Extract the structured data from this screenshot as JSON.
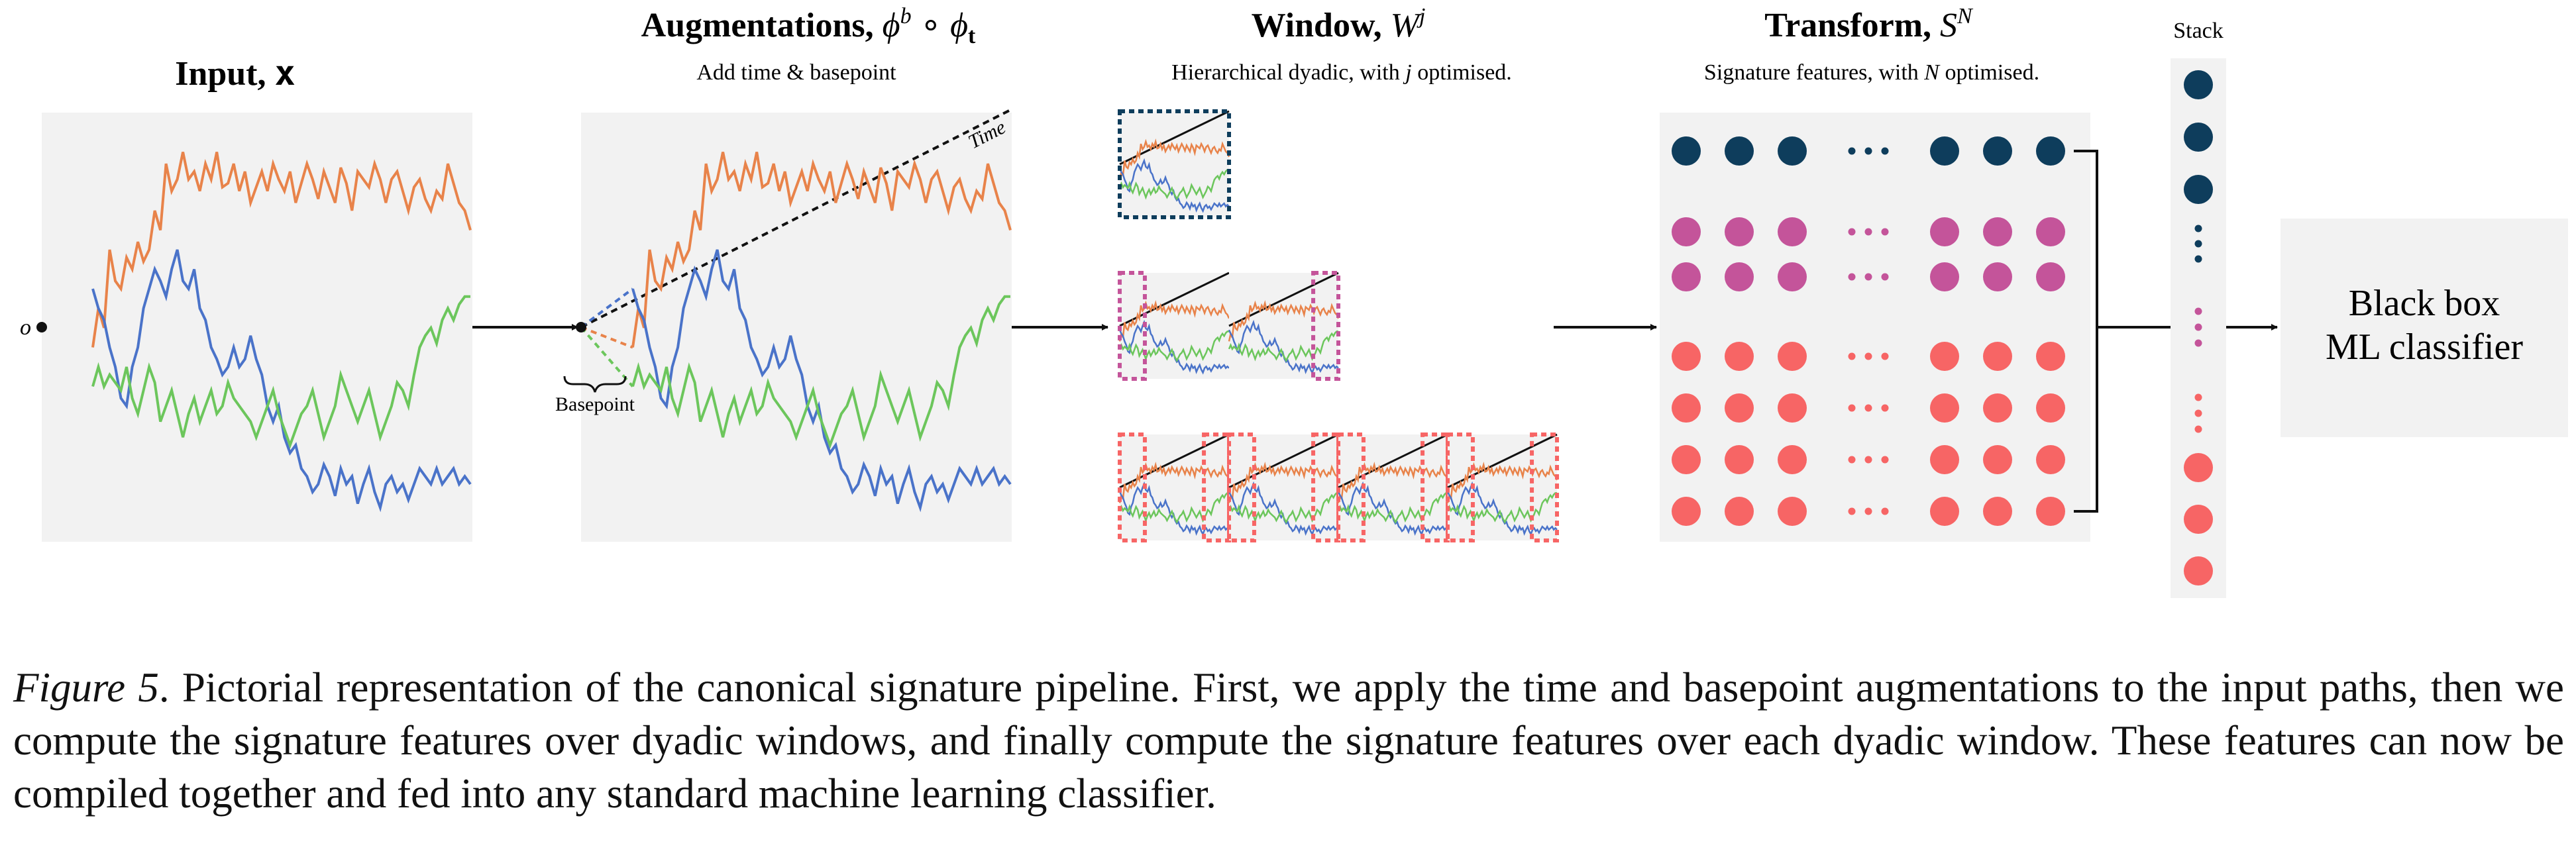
{
  "stages": {
    "input": {
      "title": "Input",
      "symbol": "x",
      "origin_label": "o"
    },
    "augmentations": {
      "title": "Augmentations",
      "symbol": "ϕ",
      "symbol_sup": "b",
      "compose": " ∘ ",
      "symbol2": "ϕ",
      "symbol2_sub": "t",
      "subtitle": "Add time & basepoint",
      "time_label": "Time",
      "basepoint_label": "Basepoint"
    },
    "window": {
      "title": "Window",
      "symbol": "W",
      "symbol_sup": "j",
      "subtitle_pre": "Hierarchical dyadic, with ",
      "subtitle_var": "j",
      "subtitle_post": " optimised."
    },
    "transform": {
      "title": "Transform",
      "symbol": "S",
      "symbol_sup": "N",
      "subtitle_pre": "Signature features, with ",
      "subtitle_var": "N",
      "subtitle_post": " optimised."
    },
    "stack": {
      "title": "Stack"
    },
    "classifier": {
      "line1": "Black box",
      "line2": "ML classifier"
    }
  },
  "colors": {
    "panel_bg": "#f2f2f2",
    "orange": "#e8834a",
    "blue": "#4a73c9",
    "green": "#6cc65c",
    "level1": "#0e3d5c",
    "level2": "#c4549a",
    "level3": "#f76565",
    "arrow": "#111111"
  },
  "series": {
    "orange": [
      0.55,
      0.45,
      0.5,
      0.3,
      0.38,
      0.4,
      0.32,
      0.35,
      0.28,
      0.33,
      0.3,
      0.2,
      0.25,
      0.08,
      0.15,
      0.12,
      0.05,
      0.12,
      0.1,
      0.15,
      0.08,
      0.12,
      0.05,
      0.14,
      0.13,
      0.08,
      0.15,
      0.1,
      0.18,
      0.14,
      0.1,
      0.15,
      0.08,
      0.12,
      0.15,
      0.1,
      0.18,
      0.13,
      0.08,
      0.12,
      0.17,
      0.1,
      0.14,
      0.18,
      0.09,
      0.13,
      0.2,
      0.1,
      0.12,
      0.14,
      0.08,
      0.12,
      0.18,
      0.12,
      0.1,
      0.15,
      0.2,
      0.14,
      0.12,
      0.17,
      0.2,
      0.15,
      0.17,
      0.08,
      0.13,
      0.18,
      0.2,
      0.25
    ],
    "blue": [
      0.4,
      0.45,
      0.48,
      0.55,
      0.6,
      0.68,
      0.7,
      0.6,
      0.55,
      0.45,
      0.4,
      0.35,
      0.38,
      0.42,
      0.35,
      0.3,
      0.38,
      0.4,
      0.35,
      0.45,
      0.48,
      0.55,
      0.58,
      0.62,
      0.6,
      0.55,
      0.6,
      0.58,
      0.52,
      0.58,
      0.62,
      0.7,
      0.74,
      0.7,
      0.78,
      0.82,
      0.8,
      0.86,
      0.88,
      0.92,
      0.9,
      0.85,
      0.88,
      0.93,
      0.86,
      0.9,
      0.88,
      0.95,
      0.9,
      0.86,
      0.92,
      0.96,
      0.9,
      0.88,
      0.92,
      0.9,
      0.94,
      0.9,
      0.86,
      0.88,
      0.9,
      0.86,
      0.9,
      0.88,
      0.86,
      0.9,
      0.88,
      0.9
    ],
    "green": [
      0.65,
      0.6,
      0.65,
      0.62,
      0.64,
      0.66,
      0.6,
      0.68,
      0.72,
      0.66,
      0.6,
      0.64,
      0.74,
      0.7,
      0.66,
      0.72,
      0.78,
      0.72,
      0.68,
      0.74,
      0.7,
      0.66,
      0.72,
      0.7,
      0.64,
      0.68,
      0.7,
      0.72,
      0.74,
      0.78,
      0.74,
      0.7,
      0.66,
      0.72,
      0.76,
      0.8,
      0.76,
      0.72,
      0.7,
      0.66,
      0.72,
      0.78,
      0.74,
      0.7,
      0.62,
      0.66,
      0.7,
      0.74,
      0.7,
      0.66,
      0.72,
      0.78,
      0.74,
      0.7,
      0.64,
      0.66,
      0.7,
      0.62,
      0.55,
      0.52,
      0.5,
      0.54,
      0.48,
      0.45,
      0.48,
      0.44,
      0.42,
      0.42
    ]
  },
  "feature_grid": {
    "rows": [
      {
        "level": 1,
        "count_left": 3,
        "count_right": 3
      },
      {
        "level": 2,
        "count_left": 3,
        "count_right": 3
      },
      {
        "level": 2,
        "count_left": 3,
        "count_right": 3
      },
      {
        "level": 3,
        "count_left": 3,
        "count_right": 3
      },
      {
        "level": 3,
        "count_left": 3,
        "count_right": 3
      },
      {
        "level": 3,
        "count_left": 3,
        "count_right": 3
      },
      {
        "level": 3,
        "count_left": 3,
        "count_right": 3
      }
    ]
  },
  "windows": [
    {
      "level": 1,
      "count": 1
    },
    {
      "level": 2,
      "count": 2
    },
    {
      "level": 3,
      "count": 4
    }
  ],
  "caption": {
    "label": "Figure 5",
    "text": ". Pictorial representation of the canonical signature pipeline. First, we apply the time and basepoint augmentations to the input paths, then we compute the signature features over dyadic windows, and finally compute the signature features over each dyadic window. These features can now be compiled together and fed into any standard machine learning classifier."
  }
}
